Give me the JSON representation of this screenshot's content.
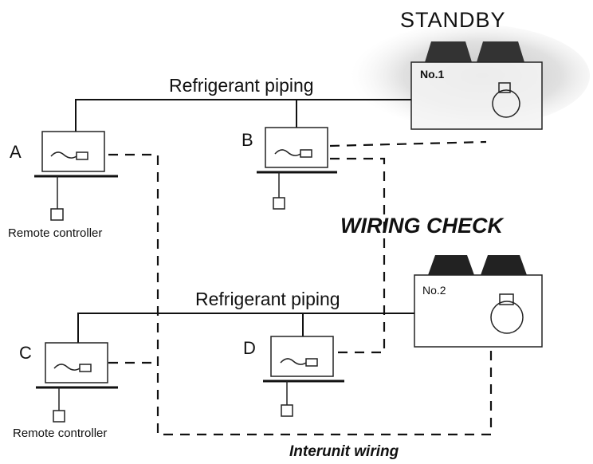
{
  "diagram": {
    "standby_label": "STANDBY",
    "wiring_check_label": "WIRING CHECK",
    "outdoor_unit_1": "No.1",
    "outdoor_unit_2": "No.2",
    "piping_label_1": "Refrigerant piping",
    "piping_label_2": "Refrigerant piping",
    "interunit_label": "Interunit wiring",
    "indoor_units": [
      "A",
      "B",
      "C",
      "D"
    ],
    "remote_label_a": "Remote controller",
    "remote_label_c": "Remote controller"
  }
}
